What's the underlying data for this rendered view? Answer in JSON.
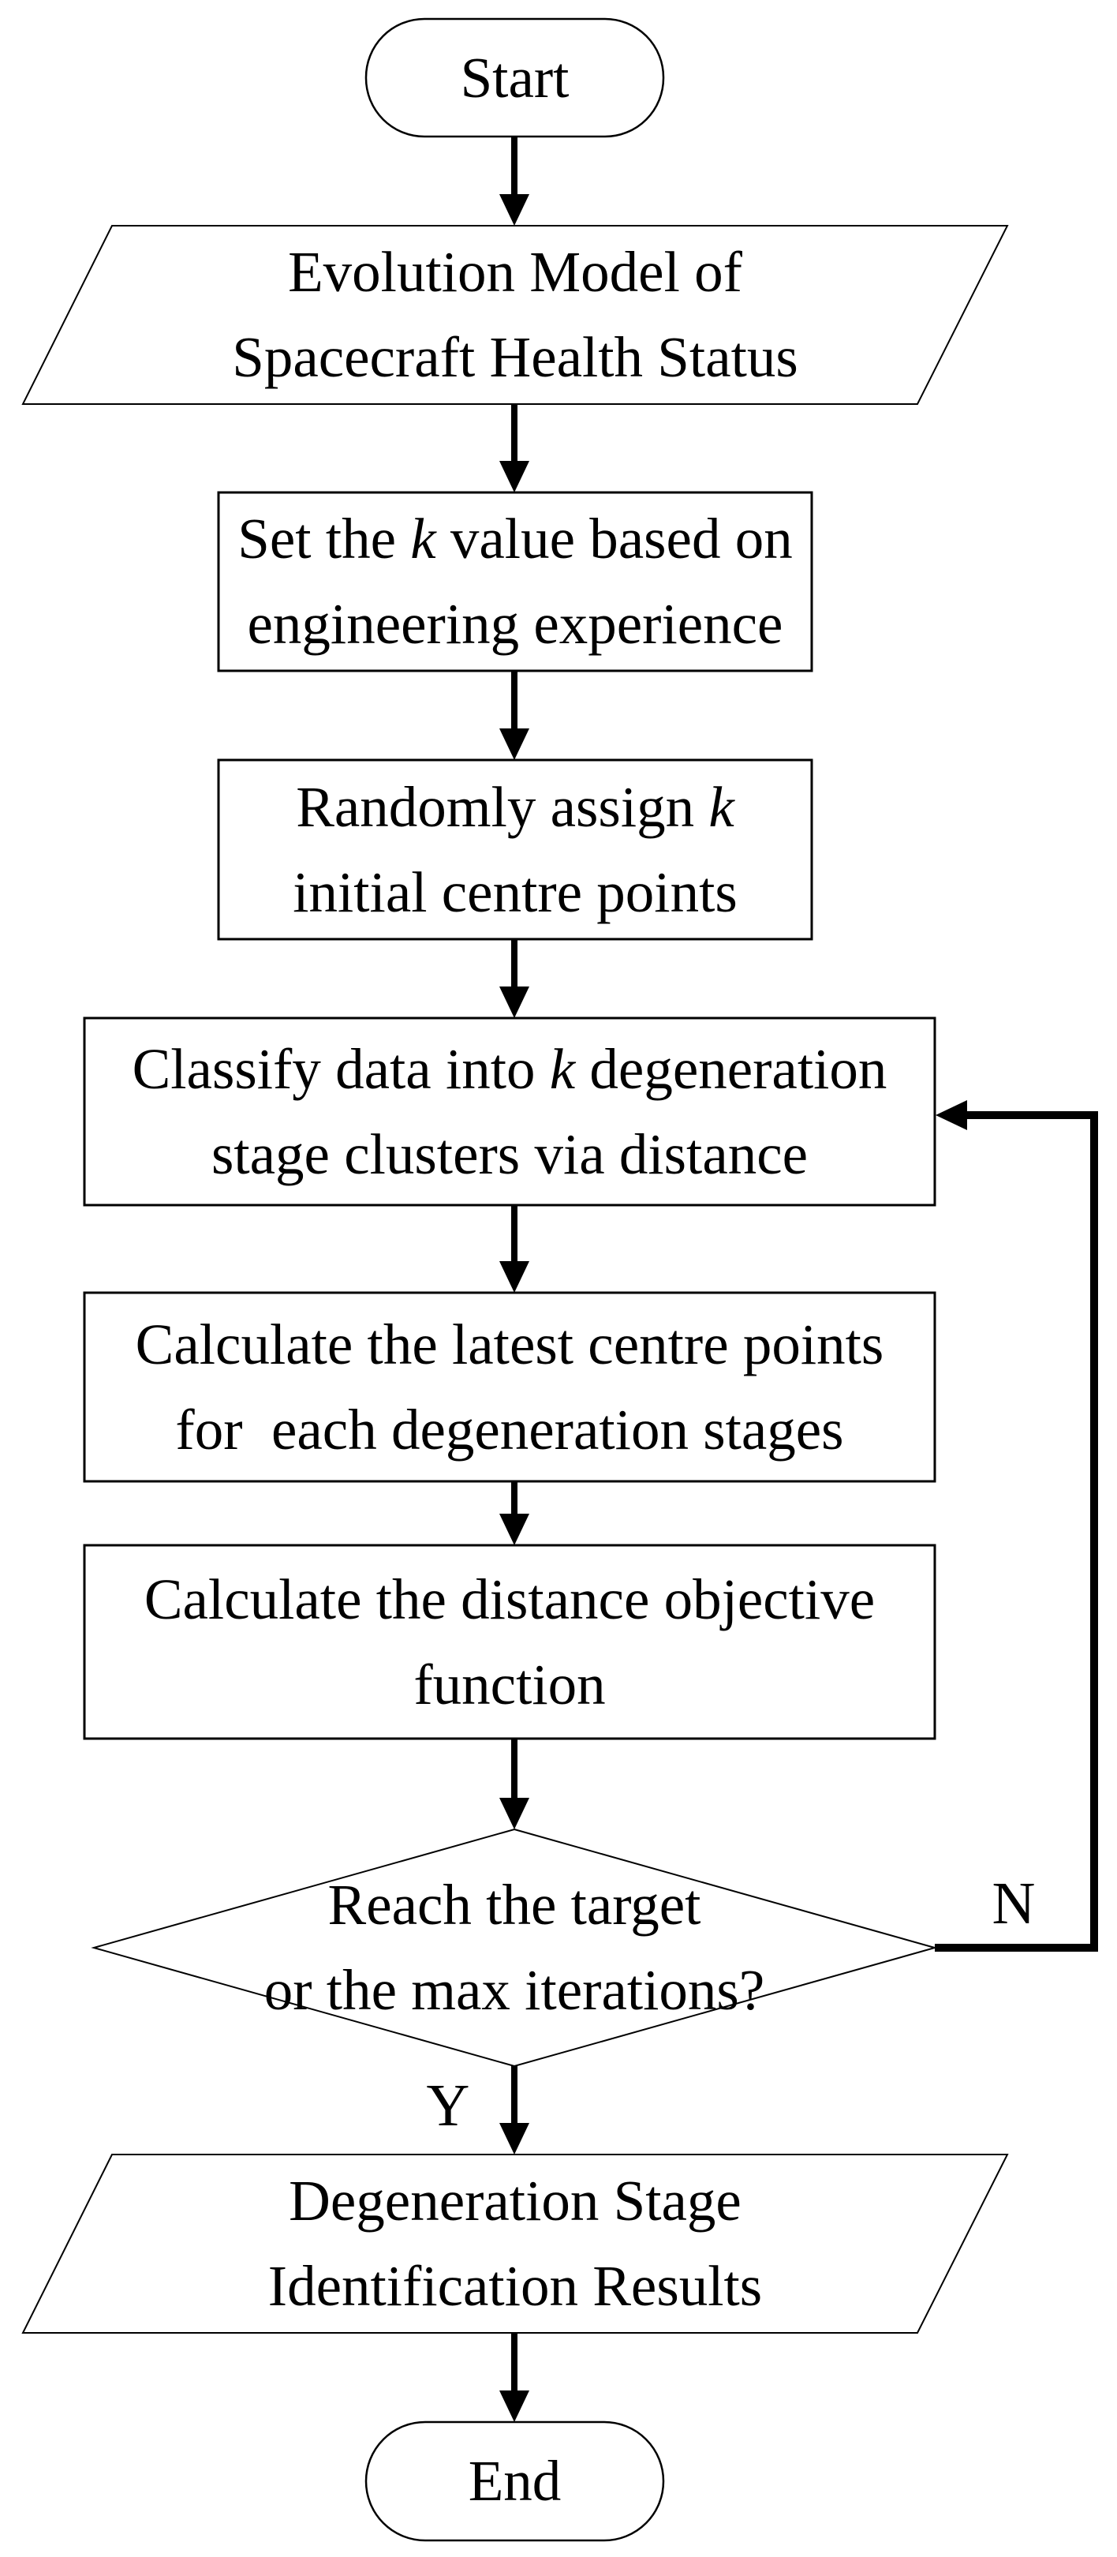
{
  "diagram": {
    "type": "flowchart",
    "colors": {
      "ink": "#000000",
      "background": "#ffffff"
    },
    "nodes": [
      {
        "id": "start",
        "type": "terminator",
        "label": "Start"
      },
      {
        "id": "evolution-model",
        "type": "input-output",
        "label": "Evolution Model of\nSpacecraft Health Status"
      },
      {
        "id": "set-k",
        "type": "process",
        "label": "Set the *k* value based on\nengineering experience"
      },
      {
        "id": "assign-centres",
        "type": "process",
        "label": "Randomly assign *k*\ninitial centre points"
      },
      {
        "id": "classify",
        "type": "process",
        "label": "Classify data into *k* degeneration\nstage clusters via distance"
      },
      {
        "id": "latest-centres",
        "type": "process",
        "label": "Calculate the latest centre points\nfor  each degeneration stages"
      },
      {
        "id": "objective",
        "type": "process",
        "label": "Calculate the distance objective\nfunction"
      },
      {
        "id": "decision",
        "type": "decision",
        "label": "Reach the target\nor the max iterations?"
      },
      {
        "id": "results",
        "type": "input-output",
        "label": "Degeneration Stage\nIdentification Results"
      },
      {
        "id": "end",
        "type": "terminator",
        "label": "End"
      }
    ],
    "edges": [
      {
        "from": "start",
        "to": "evolution-model",
        "label": ""
      },
      {
        "from": "evolution-model",
        "to": "set-k",
        "label": ""
      },
      {
        "from": "set-k",
        "to": "assign-centres",
        "label": ""
      },
      {
        "from": "assign-centres",
        "to": "classify",
        "label": ""
      },
      {
        "from": "classify",
        "to": "latest-centres",
        "label": ""
      },
      {
        "from": "latest-centres",
        "to": "objective",
        "label": ""
      },
      {
        "from": "objective",
        "to": "decision",
        "label": ""
      },
      {
        "from": "decision",
        "to": "results",
        "label": "Y"
      },
      {
        "from": "decision",
        "to": "classify",
        "label": "N"
      },
      {
        "from": "results",
        "to": "end",
        "label": ""
      }
    ]
  }
}
